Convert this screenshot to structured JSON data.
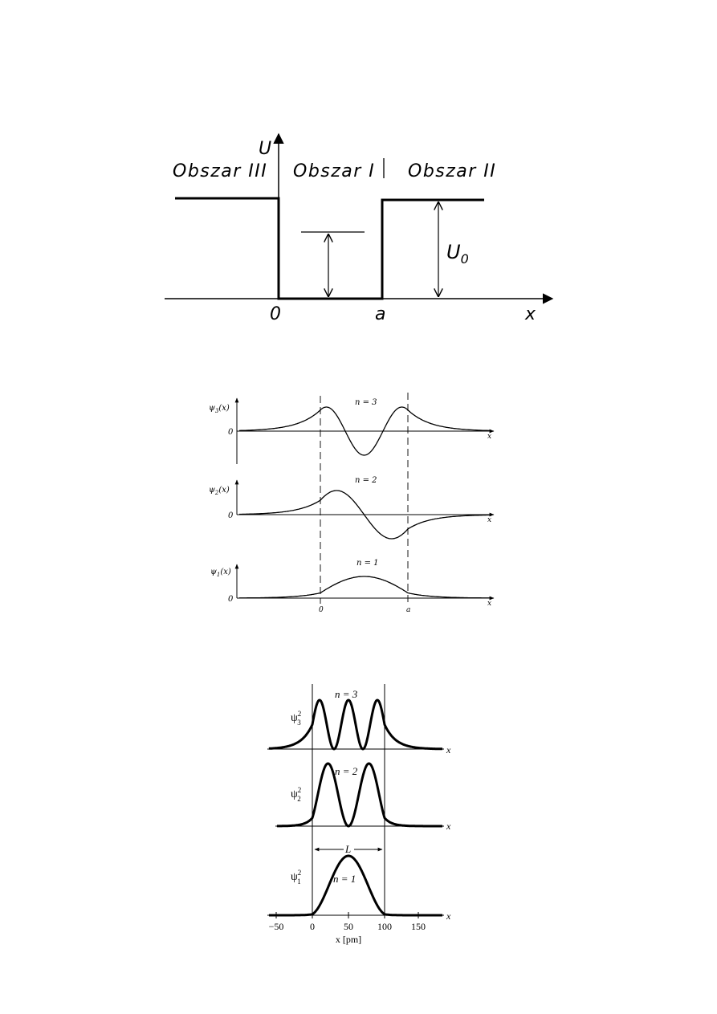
{
  "figure1": {
    "axis_y_label": "U",
    "axis_x_label": "x",
    "region_left": "Obszar III",
    "region_middle": "Obszar I",
    "region_right": "Obszar II",
    "tick_zero": "0",
    "tick_a": "a",
    "barrier_label_main": "U",
    "barrier_label_sub": "0"
  },
  "figure2": {
    "panels": [
      {
        "y_label_main": "ψ",
        "y_label_sub": "3",
        "y_label_arg": "(x)",
        "zero": "0",
        "x_label": "x",
        "n_label": "n = 3"
      },
      {
        "y_label_main": "ψ",
        "y_label_sub": "2",
        "y_label_arg": "(x)",
        "zero": "0",
        "x_label": "x",
        "n_label": "n = 2"
      },
      {
        "y_label_main": "ψ",
        "y_label_sub": "1",
        "y_label_arg": "(x)",
        "zero": "0",
        "x_label": "x",
        "n_label": "n = 1"
      }
    ],
    "tick_zero": "0",
    "tick_a": "a"
  },
  "figure3": {
    "panels": [
      {
        "label_main": "ψ",
        "label_sup": "2",
        "label_sub": "3",
        "n_label": "n = 3",
        "x_label": "x"
      },
      {
        "label_main": "ψ",
        "label_sup": "2",
        "label_sub": "2",
        "n_label": "n = 2",
        "x_label": "x"
      },
      {
        "label_main": "ψ",
        "label_sup": "2",
        "label_sub": "1",
        "n_label": "n = 1",
        "x_label": "x"
      }
    ],
    "well_width_label": "L",
    "ticks": [
      "−50",
      "0",
      "50",
      "100",
      "150"
    ],
    "axis_title": "x [pm]"
  }
}
